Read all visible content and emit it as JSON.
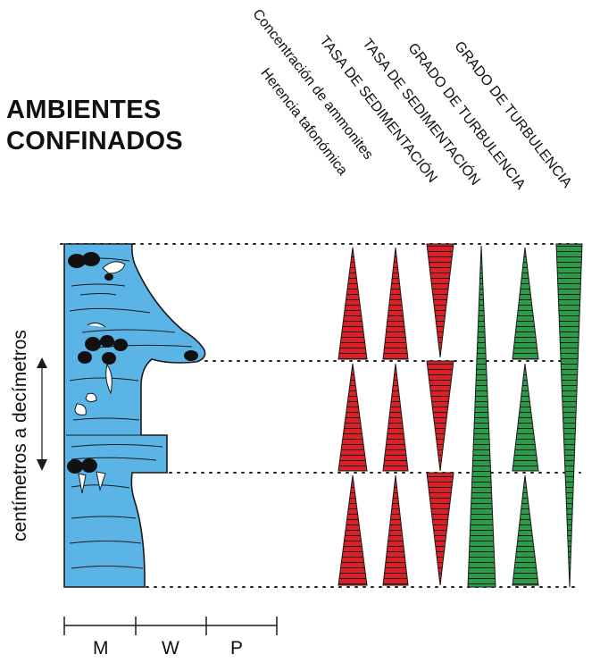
{
  "title": {
    "line1": "AMBIENTES",
    "line2": "CONFINADOS"
  },
  "column_headers": [
    "Herencia tafonómica",
    "Concentración de ammonites",
    "TASA DE SEDIMENTACIÓN",
    "TASA DE SEDIMENTACIÓN",
    "GRADO DE TURBULENCIA",
    "GRADO DE TURBULENCIA"
  ],
  "vertical_label": "centímetros a decímetros",
  "scale_labels": [
    "M",
    "W",
    "P"
  ],
  "colors": {
    "water_blue": "#5ab4e6",
    "red_wedge": "#dd1f26",
    "green_wedge": "#2c9b4a",
    "outline": "#1a1a1a",
    "ammonite": "#111111"
  }
}
